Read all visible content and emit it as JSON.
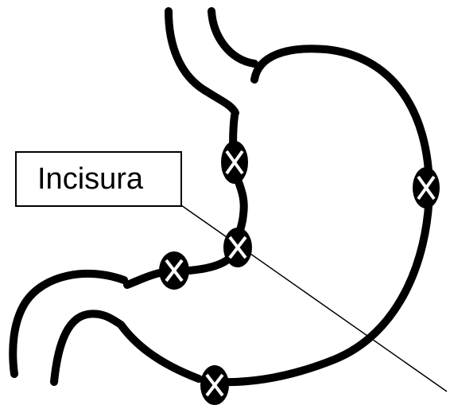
{
  "diagram": {
    "label": "Incisura",
    "line_color": "#000000",
    "background": "#ffffff",
    "marker_icon": "x-in-circle",
    "marker_count": 5
  }
}
